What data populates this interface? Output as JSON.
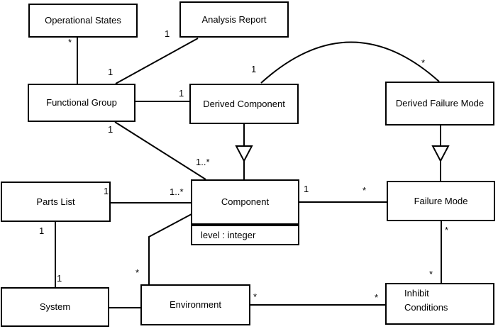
{
  "diagram_kind": "UML class diagram",
  "colors": {
    "background": "#ffffff",
    "line": "#000000",
    "text": "#000000"
  },
  "classes": {
    "operational_states": {
      "name": "Operational States"
    },
    "analysis_report": {
      "name": "Analysis Report"
    },
    "functional_group": {
      "name": "Functional Group"
    },
    "derived_component": {
      "name": "Derived Component"
    },
    "derived_failure_mode": {
      "name": "Derived Failure Mode"
    },
    "parts_list": {
      "name": "Parts List"
    },
    "component": {
      "name": "Component",
      "attribute": "level : integer"
    },
    "failure_mode": {
      "name": "Failure Mode"
    },
    "system": {
      "name": "System"
    },
    "environment": {
      "name": "Environment"
    },
    "inhibit_conditions": {
      "name": "Inhibit Conditions"
    }
  },
  "labels": [
    {
      "text": "*",
      "association": "operational-states--functional-group",
      "end": "operational-states"
    },
    {
      "text": "1",
      "association": "functional-group--analysis-report",
      "end": "analysis-report"
    },
    {
      "text": "1",
      "association": "functional-group--analysis-report",
      "end": "functional-group"
    },
    {
      "text": "1",
      "association": "functional-group--derived-component",
      "end": "derived-component"
    },
    {
      "text": "1",
      "association": "derived-component--derived-failure-mode",
      "end": "derived-component"
    },
    {
      "text": "*",
      "association": "derived-component--derived-failure-mode",
      "end": "derived-failure-mode"
    },
    {
      "text": "1",
      "association": "functional-group--component",
      "end": "functional-group"
    },
    {
      "text": "1..*",
      "association": "functional-group--component",
      "end": "component"
    },
    {
      "text": "1..*",
      "association": "parts-list--component",
      "end": "component"
    },
    {
      "text": "1",
      "association": "parts-list--component",
      "end": "parts-list"
    },
    {
      "text": "1",
      "association": "component--failure-mode",
      "end": "component"
    },
    {
      "text": "*",
      "association": "component--failure-mode",
      "end": "failure-mode"
    },
    {
      "text": "1",
      "association": "parts-list--system",
      "end": "parts-list"
    },
    {
      "text": "1",
      "association": "parts-list--system",
      "end": "system"
    },
    {
      "text": "*",
      "association": "failure-mode--inhibit-conditions",
      "end": "failure-mode"
    },
    {
      "text": "*",
      "association": "failure-mode--inhibit-conditions",
      "end": "inhibit-conditions"
    },
    {
      "text": "*",
      "association": "component--environment",
      "end": "environment"
    },
    {
      "text": "*",
      "association": "environment--inhibit-conditions",
      "end": "environment"
    },
    {
      "text": "*",
      "association": "environment--inhibit-conditions",
      "end": "inhibit-conditions"
    }
  ]
}
